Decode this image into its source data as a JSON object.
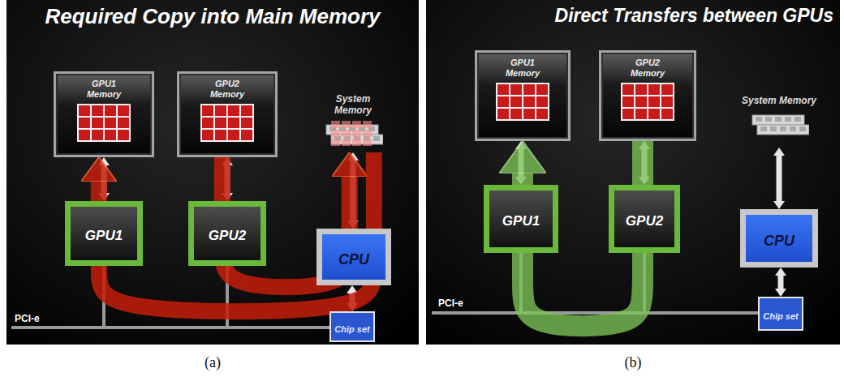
{
  "diagram": {
    "nodes": [
      {
        "text": [
          "Required Copy into Main Memory"
        ]
      },
      {
        "text": [
          "GPU1 Memory"
        ],
        "in": 0
      },
      {
        "text": [
          "GPU2 Memory"
        ],
        "in": 0
      },
      {
        "text": [
          "System Memory"
        ],
        "in": 0
      },
      {
        "text": [
          "GPU1"
        ],
        "in": 0
      },
      {
        "text": [
          "GPU2"
        ],
        "in": 0
      },
      {
        "text": [
          "CPU"
        ],
        "in": 0
      },
      {
        "text": [
          "Chip set"
        ],
        "in": 0
      },
      {
        "text": [
          "Direct Transfers between GPUs"
        ]
      },
      {
        "text": [
          "GPU1 Memory"
        ],
        "in": 8
      },
      {
        "text": [
          "GPU2 Memory"
        ],
        "in": 8
      },
      {
        "text": [
          "System Memory"
        ],
        "in": 8
      },
      {
        "text": [
          "GPU1"
        ],
        "in": 8
      },
      {
        "text": [
          "GPU2"
        ],
        "in": 8
      },
      {
        "text": [
          "CPU"
        ],
        "in": 8
      },
      {
        "text": [
          "Chip set"
        ],
        "in": 8
      }
    ],
    "edges": [
      {
        "from": 1,
        "to": 4,
        "arrow": "both"
      },
      {
        "from": 2,
        "to": 5,
        "arrow": "both"
      },
      {
        "from": 3,
        "to": 6,
        "arrow": "both"
      },
      {
        "from": 6,
        "to": 7,
        "arrow": "both"
      },
      {
        "from": 2,
        "to": 3,
        "arrow": "to"
      },
      {
        "from": 3,
        "to": 1,
        "arrow": "to"
      },
      {
        "from": 9,
        "to": 12,
        "arrow": "both"
      },
      {
        "from": 10,
        "to": 13,
        "arrow": "both"
      },
      {
        "from": 11,
        "to": 14,
        "arrow": "both"
      },
      {
        "from": 14,
        "to": 15,
        "arrow": "both"
      },
      {
        "from": 10,
        "to": 9,
        "arrow": "to"
      }
    ],
    "labels": [
      "PCI-e",
      "PCI-e",
      "(a)",
      "(b)"
    ]
  }
}
